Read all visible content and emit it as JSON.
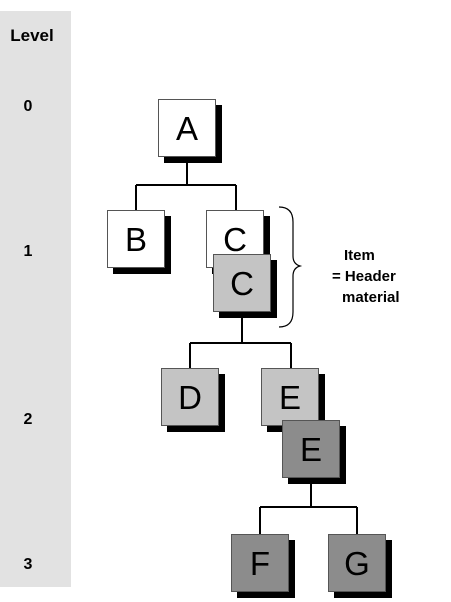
{
  "levels": {
    "header": "Level",
    "items": [
      "0",
      "1",
      "2",
      "3"
    ]
  },
  "nodes": {
    "A": "A",
    "B": "B",
    "C1": "C",
    "C2": "C",
    "D": "D",
    "E1": "E",
    "E2": "E",
    "F": "F",
    "G": "G"
  },
  "annotation": {
    "line1": "Item",
    "line2": "= Header",
    "line3": "material"
  },
  "colors": {
    "white": "#ffffff",
    "light_gray": "#c4c4c4",
    "dark_gray": "#8c8c8c",
    "level_bar": "#e2e2e2"
  }
}
